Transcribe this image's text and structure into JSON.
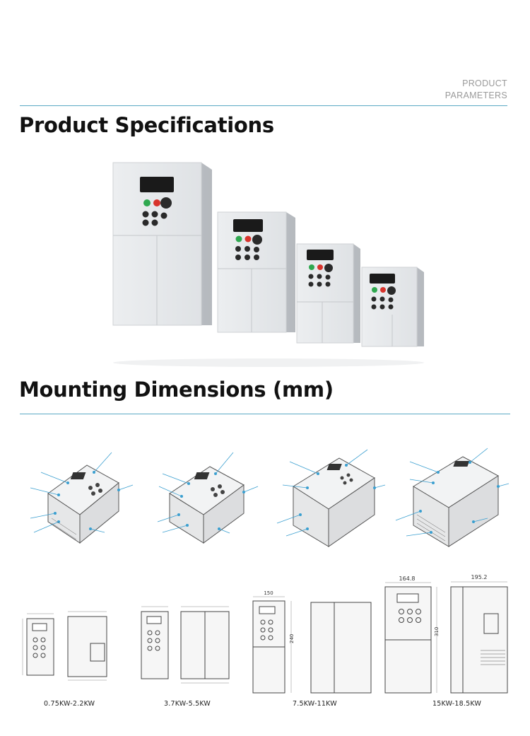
{
  "header": {
    "tag_line1": "PRODUCT",
    "tag_line2": "PARAMETERS"
  },
  "sections": {
    "specs_title": "Product Specifications",
    "mounting_title": "Mounting Dimensions (mm)"
  },
  "captions": [
    "0.75KW-2.2KW",
    "3.7KW-5.5KW",
    "7.5KW-11KW",
    "15KW-18.5KW"
  ],
  "dimension_labels": {
    "width_3": "150",
    "width_4": "164.8",
    "depth_4": "195.2",
    "height_3": "240",
    "height_4": "310"
  },
  "colors": {
    "accent_rule": "#5aa9c4",
    "body_grey": "#e6e8ea",
    "display": "#1a1a1a",
    "key_green": "#2fa84f",
    "key_red": "#d8342c"
  }
}
